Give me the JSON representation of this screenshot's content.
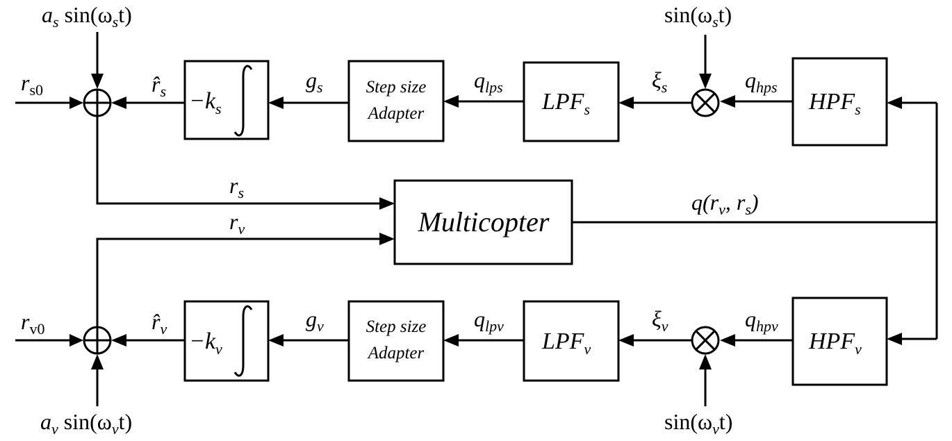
{
  "blocks": {
    "multicopter": "Multicopter",
    "step_s_line1": "Step size",
    "step_s_line2": "Adapter",
    "step_v_line1": "Step size",
    "step_v_line2": "Adapter",
    "lpf_s": "LPF",
    "lpf_s_sub": "s",
    "lpf_v": "LPF",
    "lpf_v_sub": "v",
    "hpf_s": "HPF",
    "hpf_s_sub": "s",
    "hpf_v": "HPF",
    "hpf_v_sub": "v",
    "int_s_gain": "−k",
    "int_s_sub": "s",
    "int_v_gain": "−k",
    "int_v_sub": "v"
  },
  "signals": {
    "rs0": "r",
    "rs0_sub": "s0",
    "rv0": "r",
    "rv0_sub": "v0",
    "rs_hat": "r̂",
    "rs_hat_sub": "s",
    "rv_hat": "r̂",
    "rv_hat_sub": "v",
    "gs": "g",
    "gs_sub": "s",
    "gv": "g",
    "gv_sub": "v",
    "qlps": "q",
    "qlps_sub": "lps",
    "qlpv": "q",
    "qlpv_sub": "lpv",
    "xis": "ξ",
    "xis_sub": "s",
    "xiv": "ξ",
    "xiv_sub": "v",
    "qhps": "q",
    "qhps_sub": "hps",
    "qhpv": "q",
    "qhpv_sub": "hpv",
    "rs": "r",
    "rs_sub": "s",
    "rv": "r",
    "rv_sub": "v",
    "q_out": "q(r",
    "q_out_sub1": "v",
    "q_out_mid": ", r",
    "q_out_sub2": "s",
    "q_out_end": ")"
  },
  "inputs": {
    "dither_s_amp": "a",
    "dither_s_amp_sub": "s",
    "dither_s_fn": "sin(ω",
    "dither_s_fn_sub": "s",
    "dither_s_end": "t)",
    "dither_v_amp": "a",
    "dither_v_amp_sub": "v",
    "dither_v_fn": "sin(ω",
    "dither_v_fn_sub": "v",
    "dither_v_end": "t)",
    "demod_s_fn": "sin(ω",
    "demod_s_fn_sub": "s",
    "demod_s_end": "t)",
    "demod_v_fn": "sin(ω",
    "demod_v_fn_sub": "v",
    "demod_v_end": "t)"
  }
}
